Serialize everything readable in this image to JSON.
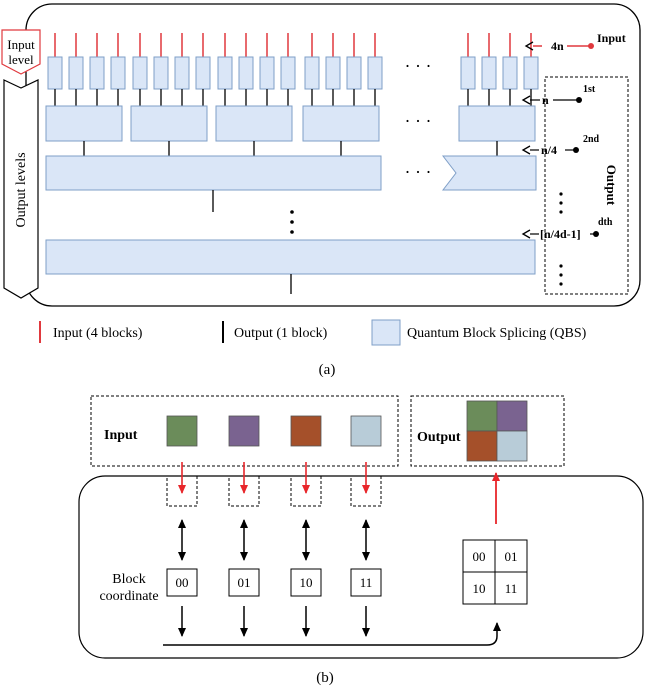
{
  "part_a": {
    "input_level": [
      "Input",
      "level"
    ],
    "output_levels": "Output levels",
    "dots": "· · ·",
    "labels": {
      "input_count": "4n",
      "input": "Input",
      "n": "n",
      "first": "1st",
      "n4": "n/4",
      "second": "2nd",
      "nd": "[n/4d-1]",
      "dth": "dth",
      "output": "Output"
    },
    "legend": {
      "input": "Input (4 blocks)",
      "output": "Output (1 block)",
      "qbs": "Quantum Block Splicing (QBS)"
    },
    "caption": "(a)"
  },
  "part_b": {
    "input": "Input",
    "output": "Output",
    "block_coordinate": [
      "Block",
      "coordinate"
    ],
    "coords": [
      "00",
      "01",
      "10",
      "11"
    ],
    "caption": "(b)"
  },
  "colors": {
    "qbs_fill": "#dae6f7",
    "qbs_stroke": "#7f9fc7",
    "input_line": "#e0393e",
    "red_arrow": "#e8262b",
    "green": "#6b8c5a",
    "purple": "#7a6390",
    "orange": "#a5502a",
    "grayblue": "#b8ccd8"
  }
}
